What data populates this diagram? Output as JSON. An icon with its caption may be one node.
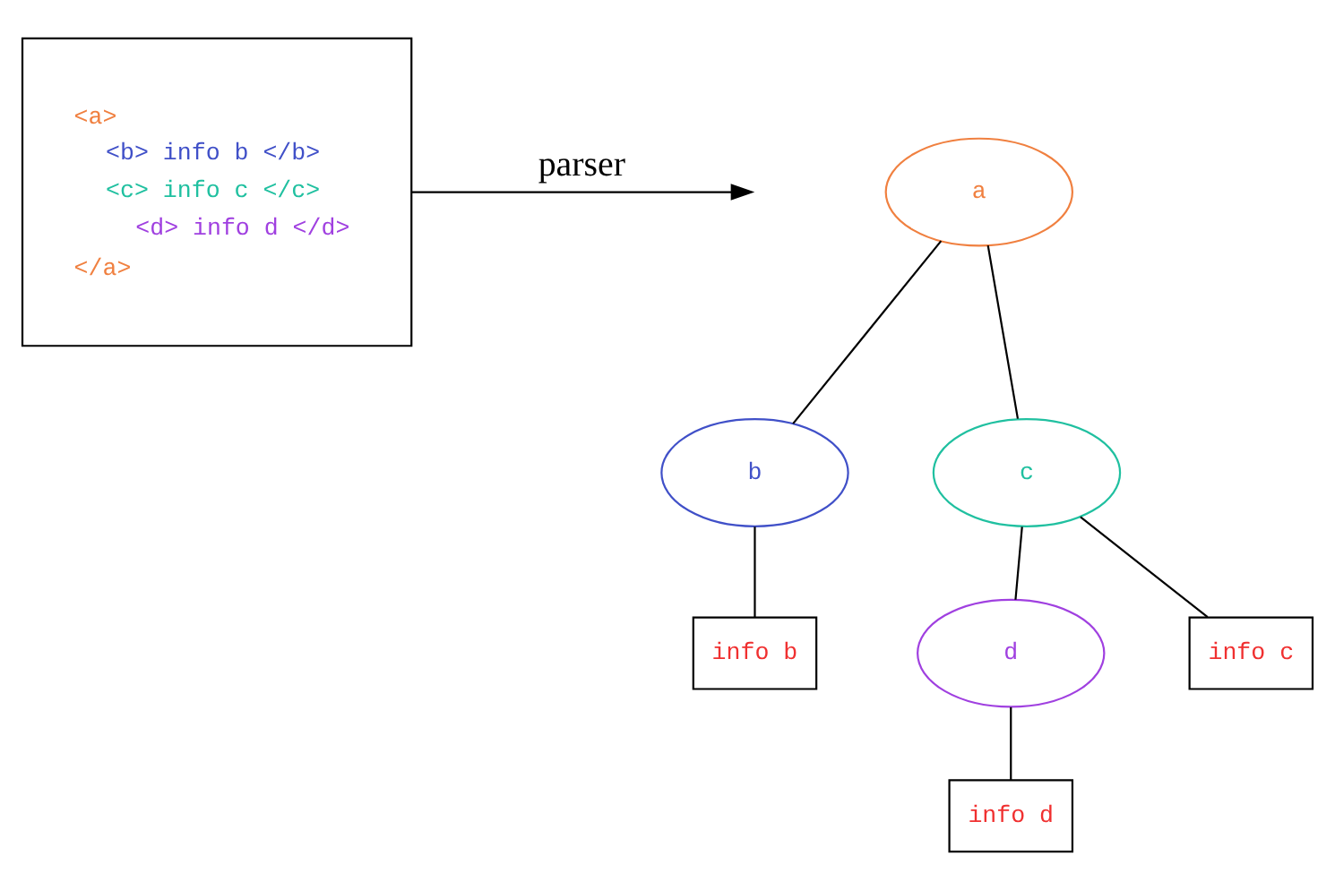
{
  "diagram": {
    "nodes": [
      {
        "text": [
          "<a>",
          "<b> info b </b>",
          "<c> info c </c>",
          "<d> info d </d>",
          "</a>"
        ]
      },
      {
        "text": [
          "a"
        ]
      },
      {
        "text": [
          "b"
        ]
      },
      {
        "text": [
          "c"
        ]
      },
      {
        "text": [
          "info b"
        ]
      },
      {
        "text": [
          "d"
        ]
      },
      {
        "text": [
          "info c"
        ]
      },
      {
        "text": [
          "info d"
        ]
      }
    ],
    "edges": [
      {
        "from": 0,
        "to": null,
        "arrow": "to",
        "label": "parser"
      },
      {
        "from": 1,
        "to": 2,
        "arrow": "none"
      },
      {
        "from": 1,
        "to": 3,
        "arrow": "none"
      },
      {
        "from": 2,
        "to": 4,
        "arrow": "none"
      },
      {
        "from": 3,
        "to": 5,
        "arrow": "none"
      },
      {
        "from": 3,
        "to": 6,
        "arrow": "none"
      },
      {
        "from": 5,
        "to": 7,
        "arrow": "none"
      }
    ]
  }
}
